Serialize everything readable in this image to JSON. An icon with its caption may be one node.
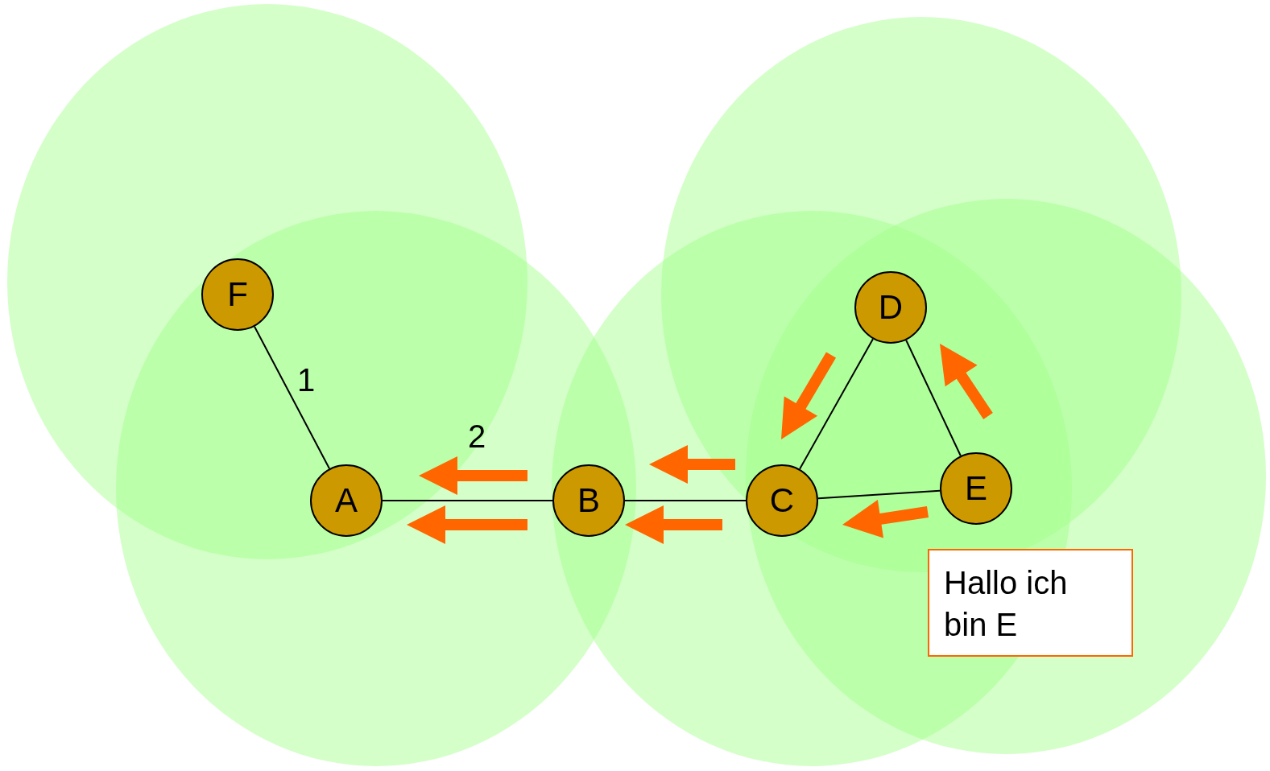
{
  "diagram": {
    "nodes": [
      {
        "text": [
          "F"
        ]
      },
      {
        "text": [
          "A"
        ]
      },
      {
        "text": [
          "B"
        ]
      },
      {
        "text": [
          "C"
        ]
      },
      {
        "text": [
          "D"
        ]
      },
      {
        "text": [
          "E"
        ]
      },
      {
        "text": [
          "Hallo ich bin E"
        ]
      }
    ],
    "edges": [
      {
        "from": 0,
        "to": 1,
        "arrow": "none"
      },
      {
        "from": 1,
        "to": 2,
        "arrow": "none"
      },
      {
        "from": 2,
        "to": 3,
        "arrow": "none"
      },
      {
        "from": 3,
        "to": 4,
        "arrow": "none"
      },
      {
        "from": 4,
        "to": 5,
        "arrow": "none"
      },
      {
        "from": 3,
        "to": 5,
        "arrow": "none"
      },
      {
        "from": 2,
        "to": 1,
        "arrow": "to",
        "style": "thick",
        "color": "#ff6600"
      },
      {
        "from": 2,
        "to": 1,
        "arrow": "to",
        "style": "thick",
        "color": "#ff6600"
      },
      {
        "from": 3,
        "to": 2,
        "arrow": "to",
        "style": "thick",
        "color": "#ff6600"
      },
      {
        "from": 3,
        "to": 2,
        "arrow": "to",
        "style": "thick",
        "color": "#ff6600"
      },
      {
        "from": 5,
        "to": 3,
        "arrow": "to",
        "style": "thick",
        "color": "#ff6600"
      },
      {
        "from": 4,
        "to": 3,
        "arrow": "to",
        "style": "thick",
        "color": "#ff6600"
      },
      {
        "from": 5,
        "to": 4,
        "arrow": "to",
        "style": "thick",
        "color": "#ff6600"
      }
    ],
    "labels": [
      "1",
      "2"
    ]
  }
}
